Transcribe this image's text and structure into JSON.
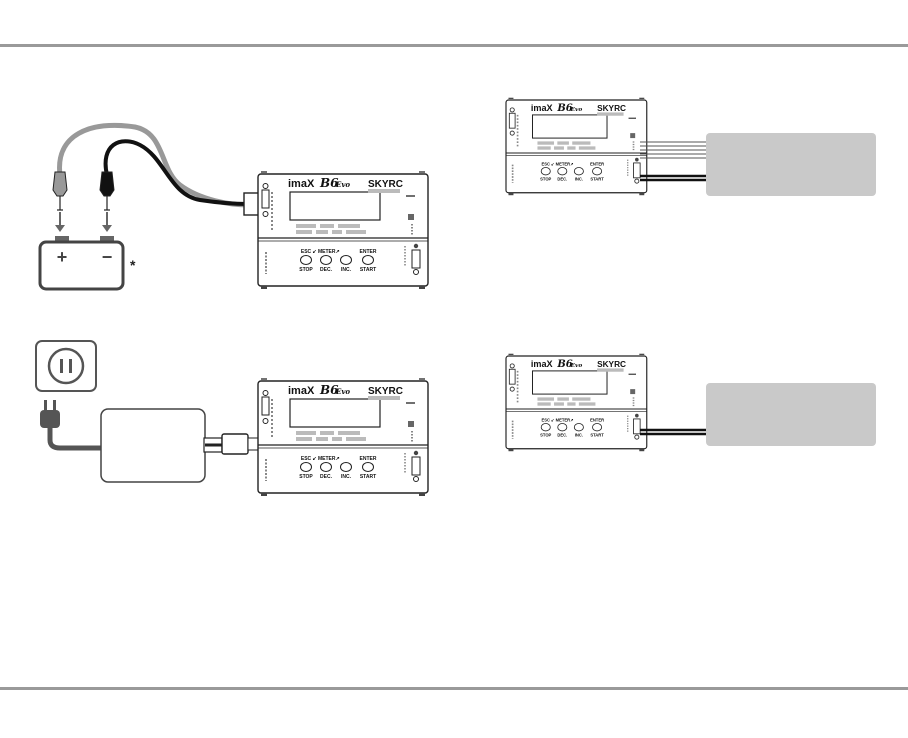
{
  "device": {
    "brand_logo": "imaX",
    "model": "B6",
    "model_suffix": "Evo",
    "maker": "SKYRC",
    "buttons": [
      {
        "top": "ESC",
        "bottom": "STOP"
      },
      {
        "top": "↙ METER↗",
        "bottom": "DEC."
      },
      {
        "top": "",
        "bottom": "INC."
      },
      {
        "top": "ENTER",
        "bottom": "START"
      }
    ]
  },
  "battery": {
    "plus_sign": "+",
    "minus_sign": "−",
    "note_marker": "*"
  }
}
